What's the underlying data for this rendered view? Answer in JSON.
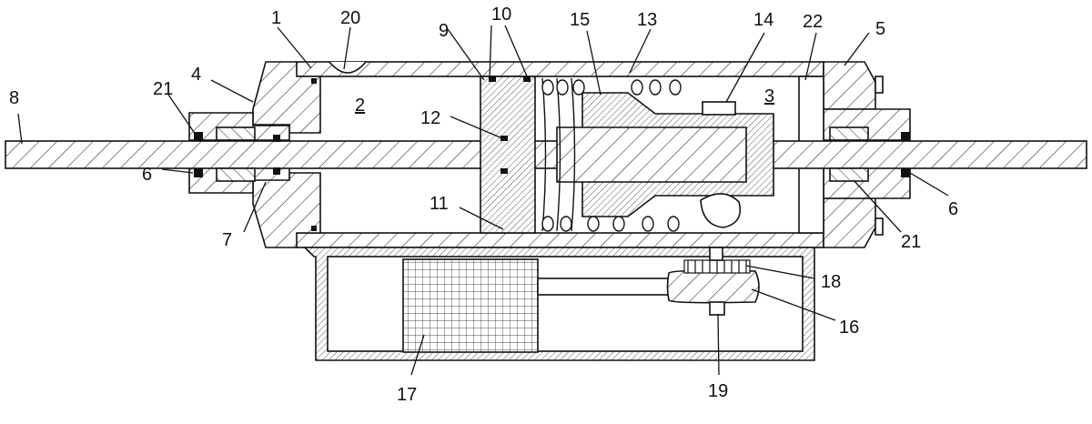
{
  "diagram": {
    "labels": {
      "l1": "1",
      "l2": "2",
      "l3": "3",
      "l4": "4",
      "l5": "5",
      "l6a": "6",
      "l6b": "6",
      "l7": "7",
      "l8": "8",
      "l9": "9",
      "l10": "10",
      "l11": "11",
      "l12": "12",
      "l13": "13",
      "l14": "14",
      "l15": "15",
      "l16": "16",
      "l17": "17",
      "l18": "18",
      "l19": "19",
      "l20": "20",
      "l21a": "21",
      "l21b": "21",
      "l22": "22"
    },
    "colors": {
      "line": "#111111",
      "background": "#ffffff"
    }
  }
}
